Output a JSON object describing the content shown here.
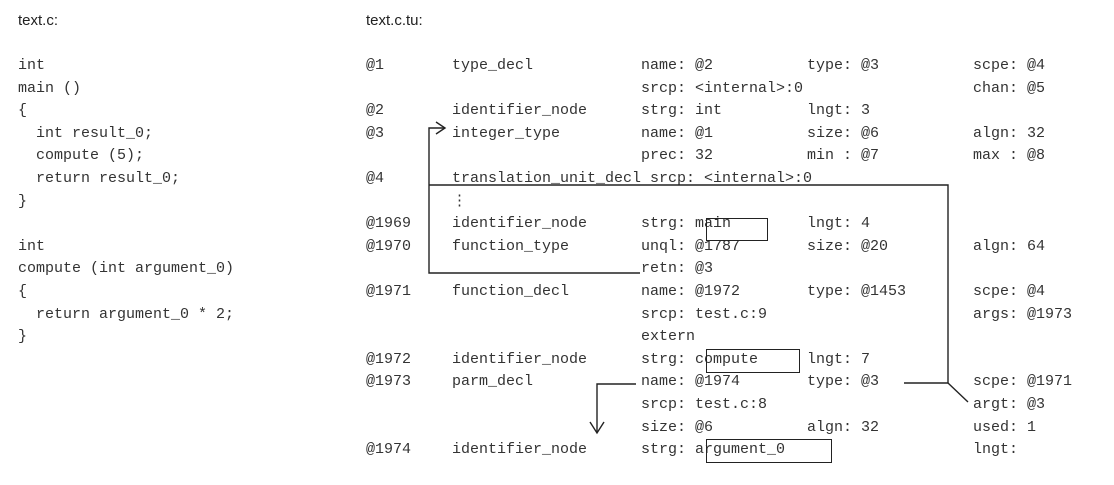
{
  "left": {
    "title": "text.c:",
    "code": [
      "int",
      "main ()",
      "{",
      "  int result_0;",
      "  compute (5);",
      "  return result_0;",
      "}",
      "",
      "int",
      "compute (int argument_0)",
      "{",
      "  return argument_0 * 2;",
      "}"
    ]
  },
  "right": {
    "title": "text.c.tu:",
    "rows": [
      {
        "id": "@1",
        "kind": "type_decl",
        "f1": "name: @2",
        "f2": "type: @3",
        "f3": "scpe: @4"
      },
      {
        "id": "",
        "kind": "",
        "f1": "srcp: <internal>:0",
        "f2": "",
        "f3": "chan: @5"
      },
      {
        "id": "@2",
        "kind": "identifier_node",
        "f1": "strg: int",
        "f2": "lngt: 3",
        "f3": ""
      },
      {
        "id": "@3",
        "kind": "integer_type",
        "f1": "name: @1",
        "f2": "size: @6",
        "f3": "algn: 32"
      },
      {
        "id": "",
        "kind": "",
        "f1": "prec: 32",
        "f2": "min : @7",
        "f3": "max : @8"
      },
      {
        "id": "@4",
        "kind": "translation_unit_decl srcp: <internal>:0",
        "f1": "",
        "f2": "",
        "f3": ""
      },
      {
        "id": "",
        "kind": "⋮",
        "f1": "",
        "f2": "",
        "f3": ""
      },
      {
        "id": "@1969",
        "kind": "identifier_node",
        "f1": "strg: main",
        "f2": "lngt: 4",
        "f3": ""
      },
      {
        "id": "@1970",
        "kind": "function_type",
        "f1": "unql: @1787",
        "f2": "size: @20",
        "f3": "algn: 64"
      },
      {
        "id": "",
        "kind": "",
        "f1": "retn: @3",
        "f2": "",
        "f3": ""
      },
      {
        "id": "@1971",
        "kind": "function_decl",
        "f1": "name: @1972",
        "f2": "type: @1453",
        "f3": "scpe: @4"
      },
      {
        "id": "",
        "kind": "",
        "f1": "srcp: test.c:9",
        "f2": "",
        "f3": "args: @1973"
      },
      {
        "id": "",
        "kind": "",
        "f1": "extern",
        "f2": "",
        "f3": ""
      },
      {
        "id": "@1972",
        "kind": "identifier_node",
        "f1": "strg: compute",
        "f2": "lngt: 7",
        "f3": ""
      },
      {
        "id": "@1973",
        "kind": "parm_decl",
        "f1": "name: @1974",
        "f2": "type: @3",
        "f3": "scpe: @1971"
      },
      {
        "id": "",
        "kind": "",
        "f1": "srcp: test.c:8",
        "f2": "",
        "f3": "argt: @3"
      },
      {
        "id": "",
        "kind": "",
        "f1": "size: @6",
        "f2": "algn: 32",
        "f3": "used: 1"
      },
      {
        "id": "@1974",
        "kind": "identifier_node",
        "f1": "strg: argument_0",
        "f2": "",
        "f3": "lngt:"
      }
    ]
  }
}
